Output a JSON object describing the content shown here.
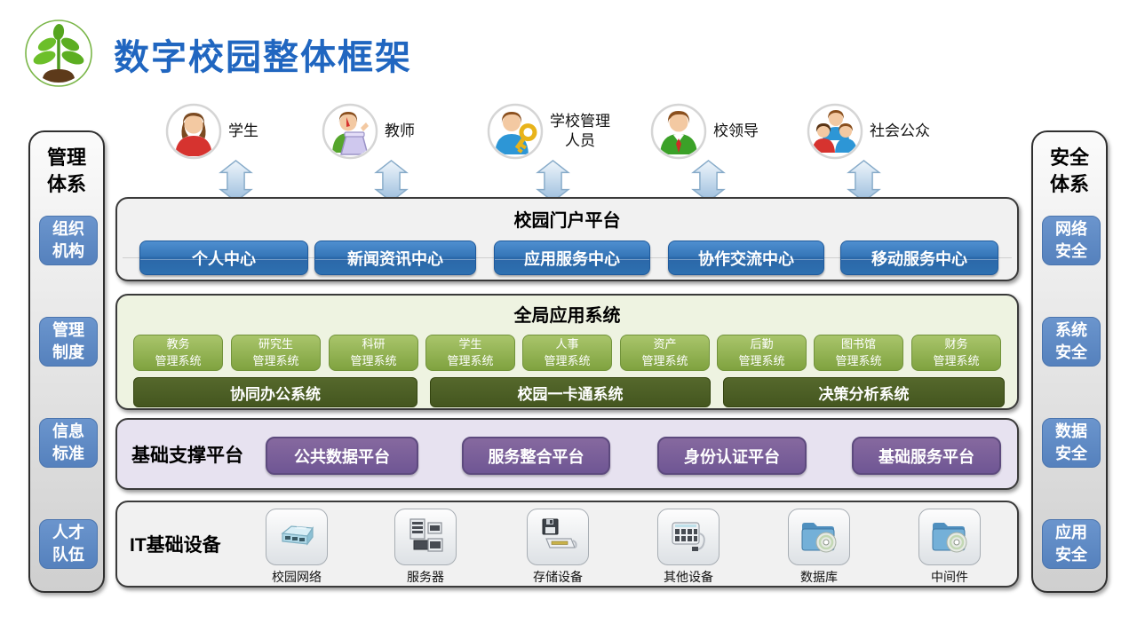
{
  "page": {
    "title": "数字校园整体框架"
  },
  "colors": {
    "title_blue": "#2066C0",
    "portal_button_blue": "#2E70B0",
    "sidebar_item_blue": "#5B87C5",
    "app_green": "#8FB350",
    "bar_dark_green": "#4A5C22",
    "platform_purple": "#7A609F",
    "apps_bg": "#EEF3E1",
    "platform_bg": "#E7E2F0",
    "row_bg": "#F1F1F1"
  },
  "personas": [
    {
      "label": "学生",
      "icon": "student-icon"
    },
    {
      "label": "教师",
      "icon": "teacher-icon"
    },
    {
      "label": "学校管理\n人员",
      "icon": "school-admin-icon"
    },
    {
      "label": "校领导",
      "icon": "school-leader-icon"
    },
    {
      "label": "社会公众",
      "icon": "public-icon"
    }
  ],
  "sidebar_left": {
    "title": "管理\n体系",
    "items": [
      "组织\n机构",
      "管理\n制度",
      "信息\n标准",
      "人才\n队伍"
    ]
  },
  "sidebar_right": {
    "title": "安全\n体系",
    "items": [
      "网络\n安全",
      "系统\n安全",
      "数据\n安全",
      "应用\n安全"
    ]
  },
  "portal": {
    "title": "校园门户平台",
    "buttons": [
      "个人中心",
      "新闻资讯中心",
      "应用服务中心",
      "协作交流中心",
      "移动服务中心"
    ]
  },
  "apps": {
    "title": "全局应用系统",
    "boxes": [
      "教务\n管理系统",
      "研究生\n管理系统",
      "科研\n管理系统",
      "学生\n管理系统",
      "人事\n管理系统",
      "资产\n管理系统",
      "后勤\n管理系统",
      "图书馆\n管理系统",
      "财务\n管理系统"
    ],
    "bars": [
      "协同办公系统",
      "校园一卡通系统",
      "决策分析系统"
    ]
  },
  "platform": {
    "label": "基础支撑平台",
    "buttons": [
      "公共数据平台",
      "服务整合平台",
      "身份认证平台",
      "基础服务平台"
    ]
  },
  "infrastructure": {
    "label": "IT基础设备",
    "items": [
      {
        "label": "校园网络",
        "icon": "network-icon"
      },
      {
        "label": "服务器",
        "icon": "server-icon"
      },
      {
        "label": "存储设备",
        "icon": "storage-icon"
      },
      {
        "label": "其他设备",
        "icon": "other-devices-icon"
      },
      {
        "label": "数据库",
        "icon": "database-icon"
      },
      {
        "label": "中间件",
        "icon": "middleware-icon"
      }
    ]
  }
}
